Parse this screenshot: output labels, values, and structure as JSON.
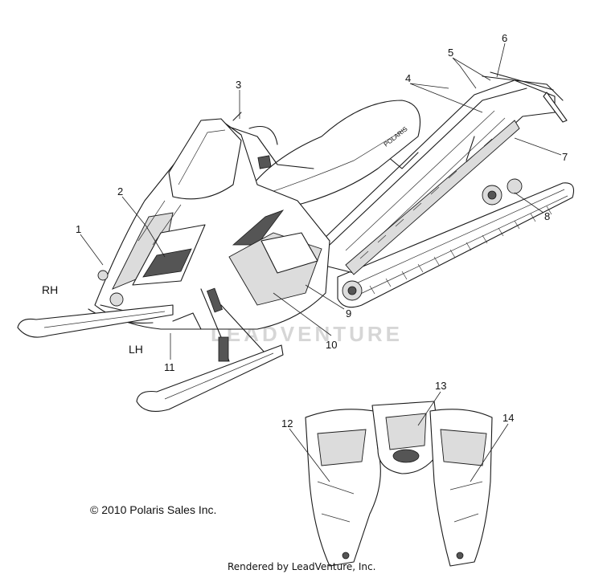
{
  "diagram": {
    "callouts": [
      {
        "id": "callout-1",
        "label": "1"
      },
      {
        "id": "callout-2",
        "label": "2"
      },
      {
        "id": "callout-3",
        "label": "3"
      },
      {
        "id": "callout-4",
        "label": "4"
      },
      {
        "id": "callout-5",
        "label": "5"
      },
      {
        "id": "callout-6",
        "label": "6"
      },
      {
        "id": "callout-7",
        "label": "7"
      },
      {
        "id": "callout-8",
        "label": "8"
      },
      {
        "id": "callout-9",
        "label": "9"
      },
      {
        "id": "callout-10",
        "label": "10"
      },
      {
        "id": "callout-11",
        "label": "11"
      },
      {
        "id": "callout-12",
        "label": "12"
      },
      {
        "id": "callout-13",
        "label": "13"
      },
      {
        "id": "callout-14",
        "label": "14"
      }
    ],
    "side_labels": {
      "right": "RH",
      "left": "LH"
    },
    "seat_logo": "POLARIS",
    "watermark": "LEADVENTURE",
    "copyright": "© 2010 Polaris Sales Inc.",
    "footer": "Rendered by LeadVenture, Inc."
  }
}
